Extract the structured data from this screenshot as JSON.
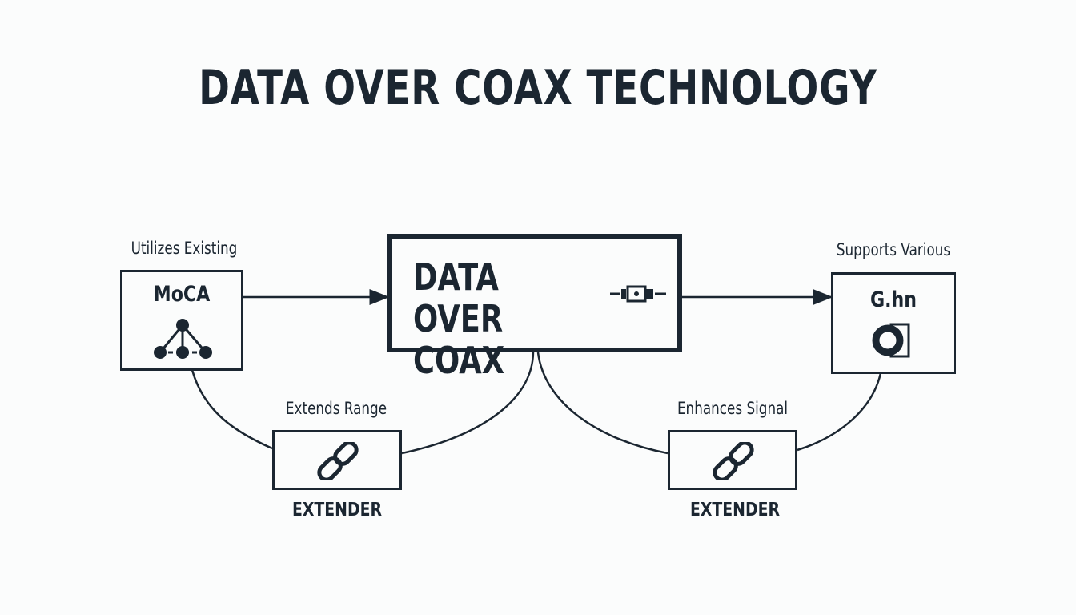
{
  "title": "DATA OVER COAX TECHNOLOGY",
  "center": {
    "line1": "DATA OVER",
    "line2": "COAX",
    "icon": "coax-connector-icon"
  },
  "left_node": {
    "caption": "Utilizes Existing",
    "label": "MoCA",
    "icon": "network-nodes-icon"
  },
  "right_node": {
    "caption": "Supports Various",
    "label": "G.hn",
    "icon": "ring-device-icon"
  },
  "extender_left": {
    "caption": "Extends Range",
    "label": "EXTENDER",
    "icon": "chain-link-icon"
  },
  "extender_right": {
    "caption": "Enhances Signal",
    "label": "EXTENDER",
    "icon": "chain-link-icon"
  },
  "colors": {
    "ink": "#1b2631",
    "background": "#fbfcfc"
  }
}
